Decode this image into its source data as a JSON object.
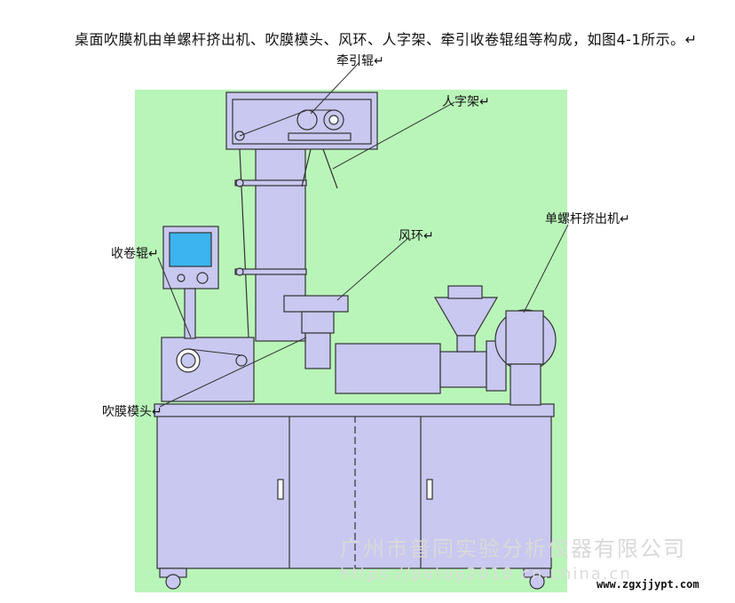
{
  "paragraph": {
    "text": "桌面吹膜机由单螺杆挤出机、吹膜模头、风环、人字架、牵引收卷辊组等构成，如图4-1所示。↵"
  },
  "figure": {
    "background_color": "#b9f5b9",
    "machine_color": "#c8c8f0",
    "labels": {
      "traction_roller": "牵引辊↵",
      "herringbone_frame": "人字架↵",
      "single_screw_extruder": "单螺杆挤出机↵",
      "air_ring": "风环↵",
      "winding_roller": "收卷辊↵",
      "blown_film_die": "吹膜模头↵"
    }
  },
  "watermark": {
    "company": "广州市普同实验分析仪器有限公司",
    "url": "https://potop2010.cn.china.cn",
    "site": "www.zgxjjypt.com"
  }
}
